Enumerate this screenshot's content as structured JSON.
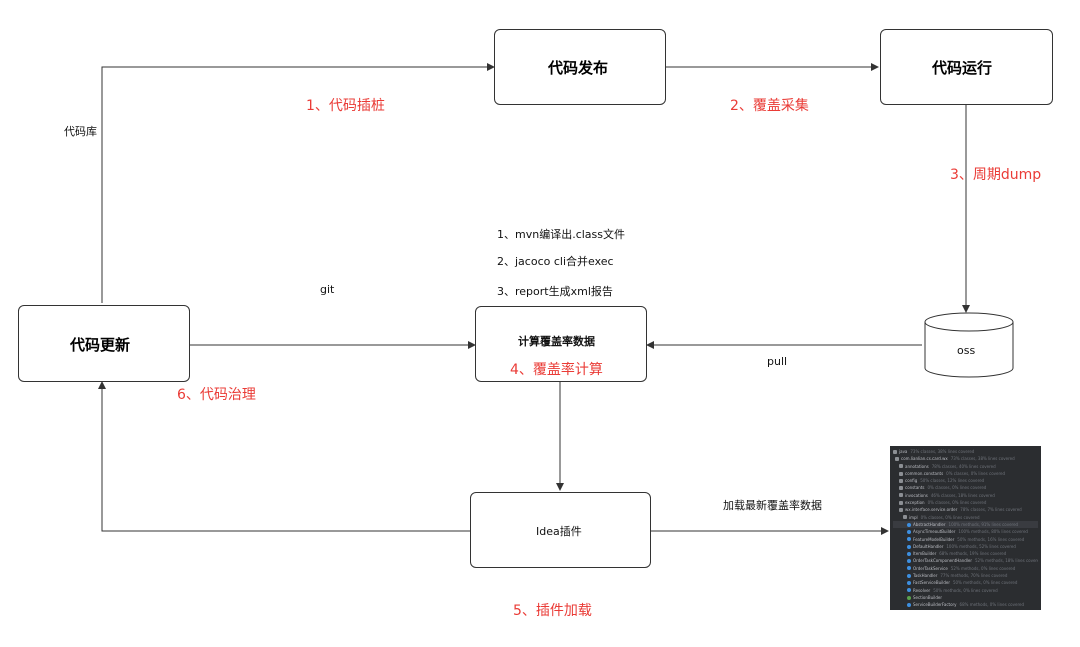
{
  "nodes": {
    "publish": "代码发布",
    "run": "代码运行",
    "update": "代码更新",
    "calc": "计算覆盖率数据",
    "oss": "oss",
    "plugin": "Idea插件"
  },
  "edge_labels": {
    "repo": "代码库",
    "git": "git",
    "pull": "pull",
    "load_latest": "加载最新覆盖率数据"
  },
  "steps": {
    "s1": "1、代码插桩",
    "s2": "2、覆盖采集",
    "s3": "3、周期dump",
    "s4": "4、覆盖率计算",
    "s5": "5、插件加载",
    "s6": "6、代码治理"
  },
  "calc_steps": [
    "1、mvn编译出.class文件",
    "2、jacoco cli合并exec",
    "3、report生成xml报告"
  ],
  "colors": {
    "accent_red": "#ea3b36",
    "line": "#333333",
    "ide_bg": "#2b2d30"
  },
  "ide_rows": [
    {
      "icon": "folder",
      "text": "java",
      "stat": "73% classes, 38% lines covered"
    },
    {
      "icon": "folder",
      "text": "com.lianlian.cs.card.wx",
      "stat": "73% classes, 38% lines covered"
    },
    {
      "icon": "folder",
      "text": "annotations",
      "stat": "78% classes, 40% lines covered"
    },
    {
      "icon": "folder",
      "text": "common.constants",
      "stat": "0% classes, 0% lines covered"
    },
    {
      "icon": "folder",
      "text": "config",
      "stat": "50% classes, 12% lines covered"
    },
    {
      "icon": "folder",
      "text": "constants",
      "stat": "0% classes, 0% lines covered"
    },
    {
      "icon": "folder",
      "text": "invocations",
      "stat": "46% classes, 18% lines covered"
    },
    {
      "icon": "folder",
      "text": "exception",
      "stat": "0% classes, 0% lines covered"
    },
    {
      "icon": "folder",
      "text": "wx.interface.service.order",
      "stat": "78% classes, 7% lines covered"
    },
    {
      "icon": "folder",
      "text": "impl",
      "stat": "0% classes, 0% lines covered"
    },
    {
      "icon": "cls",
      "text": "AbstractHandler",
      "stat": "100% methods, 91% lines covered"
    },
    {
      "icon": "cls",
      "text": "AsyncTimeoutBuilder",
      "stat": "100% methods, 80% lines covered"
    },
    {
      "icon": "cls",
      "text": "FeatureModelBuilder",
      "stat": "50% methods, 16% lines covered"
    },
    {
      "icon": "cls",
      "text": "DefaultHandler",
      "stat": "100% methods, 52% lines covered"
    },
    {
      "icon": "cls",
      "text": "ItemBuilder",
      "stat": "68% methods, 19% lines covered"
    },
    {
      "icon": "cls",
      "text": "OrderTaskComponentHandler",
      "stat": "52% methods, 18% lines covered"
    },
    {
      "icon": "cls",
      "text": "OrderTaskService",
      "stat": "52% methods, 0% lines covered"
    },
    {
      "icon": "cls",
      "text": "TaskHandler",
      "stat": "77% methods, 70% lines covered"
    },
    {
      "icon": "cls",
      "text": "FastServiceBuilder",
      "stat": "50% methods, 0% lines covered"
    },
    {
      "icon": "cls",
      "text": "Resolver",
      "stat": "50% methods, 0% lines covered"
    },
    {
      "icon": "cls-green",
      "text": "SectionBuilder",
      "stat": ""
    },
    {
      "icon": "cls",
      "text": "ServiceBuilderFactory",
      "stat": "68% methods, 0% lines covered"
    }
  ]
}
